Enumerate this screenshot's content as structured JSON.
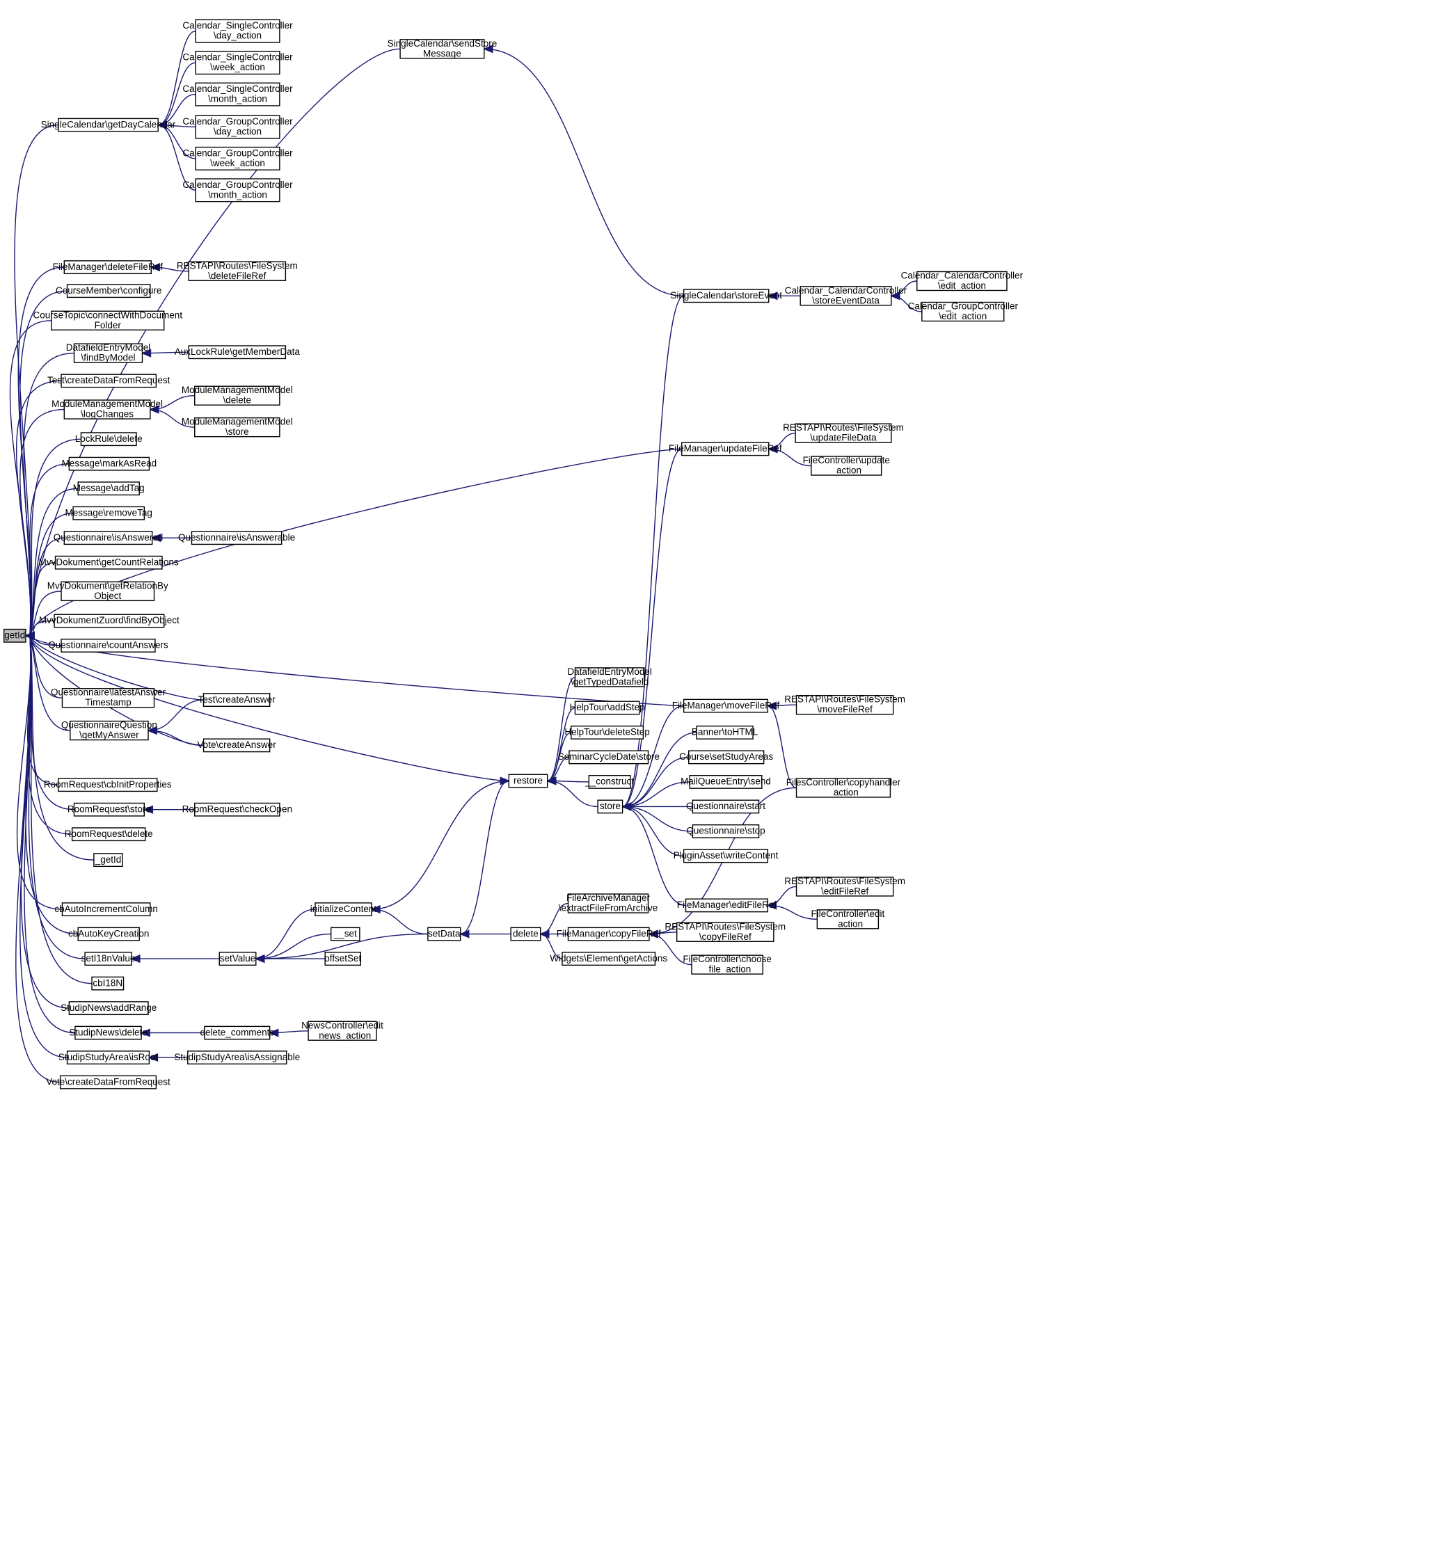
{
  "diagram": {
    "title": "",
    "colors": {
      "edge": "#191970",
      "node_border": "#000000",
      "root_fill": "#bfbfbf",
      "node_fill": "#ffffff"
    },
    "nodes": [
      {
        "id": "getId",
        "lines": [
          "getId"
        ],
        "root": true
      },
      {
        "id": "sc_getDayCalendar",
        "lines": [
          "SingleCalendar\\getDayCalendar"
        ]
      },
      {
        "id": "csc_day",
        "lines": [
          "Calendar_SingleController",
          "\\day_action"
        ]
      },
      {
        "id": "csc_week",
        "lines": [
          "Calendar_SingleController",
          "\\week_action"
        ]
      },
      {
        "id": "csc_month",
        "lines": [
          "Calendar_SingleController",
          "\\month_action"
        ]
      },
      {
        "id": "cgc_day",
        "lines": [
          "Calendar_GroupController",
          "\\day_action"
        ]
      },
      {
        "id": "cgc_week",
        "lines": [
          "Calendar_GroupController",
          "\\week_action"
        ]
      },
      {
        "id": "cgc_month",
        "lines": [
          "Calendar_GroupController",
          "\\month_action"
        ]
      },
      {
        "id": "sc_sendStore",
        "lines": [
          "SingleCalendar\\sendStore",
          "Message"
        ]
      },
      {
        "id": "sc_storeEvent",
        "lines": [
          "SingleCalendar\\storeEvent"
        ]
      },
      {
        "id": "ccc_storeEventData",
        "lines": [
          "Calendar_CalendarController",
          "\\storeEventData"
        ]
      },
      {
        "id": "ccc_edit",
        "lines": [
          "Calendar_CalendarController",
          "\\edit_action"
        ]
      },
      {
        "id": "cgc_edit",
        "lines": [
          "Calendar_GroupController",
          "\\edit_action"
        ]
      },
      {
        "id": "fm_deleteFileRef",
        "lines": [
          "FileManager\\deleteFileRef"
        ]
      },
      {
        "id": "rest_deleteFileRef",
        "lines": [
          "RESTAPI\\Routes\\FileSystem",
          "\\deleteFileRef"
        ]
      },
      {
        "id": "cm_configure",
        "lines": [
          "CourseMember\\configure"
        ]
      },
      {
        "id": "ct_connect",
        "lines": [
          "CourseTopic\\connectWithDocument",
          "Folder"
        ]
      },
      {
        "id": "dem_findByModel",
        "lines": [
          "DatafieldEntryModel",
          "\\findByModel"
        ]
      },
      {
        "id": "alr_getMemberData",
        "lines": [
          "AuxLockRule\\getMemberData"
        ]
      },
      {
        "id": "test_createData",
        "lines": [
          "Test\\createDataFromRequest"
        ]
      },
      {
        "id": "mmm_logChanges",
        "lines": [
          "ModuleManagementModel",
          "\\logChanges"
        ]
      },
      {
        "id": "mmm_delete",
        "lines": [
          "ModuleManagementModel",
          "\\delete"
        ]
      },
      {
        "id": "mmm_store",
        "lines": [
          "ModuleManagementModel",
          "\\store"
        ]
      },
      {
        "id": "lr_delete",
        "lines": [
          "LockRule\\delete"
        ]
      },
      {
        "id": "msg_markAsRead",
        "lines": [
          "Message\\markAsRead"
        ]
      },
      {
        "id": "msg_addTag",
        "lines": [
          "Message\\addTag"
        ]
      },
      {
        "id": "msg_removeTag",
        "lines": [
          "Message\\removeTag"
        ]
      },
      {
        "id": "q_isAnswered",
        "lines": [
          "Questionnaire\\isAnswered"
        ]
      },
      {
        "id": "q_isAnswerable",
        "lines": [
          "Questionnaire\\isAnswerable"
        ]
      },
      {
        "id": "mvv_getCount",
        "lines": [
          "MvvDokument\\getCountRelations"
        ]
      },
      {
        "id": "mvv_getRelation",
        "lines": [
          "MvvDokument\\getRelationBy",
          "Object"
        ]
      },
      {
        "id": "mvvz_findByObject",
        "lines": [
          "MvvDokumentZuord\\findByObject"
        ]
      },
      {
        "id": "q_countAnswers",
        "lines": [
          "Questionnaire\\countAnswers"
        ]
      },
      {
        "id": "q_latestAnswer",
        "lines": [
          "Questionnaire\\latestAnswer",
          "Timestamp"
        ]
      },
      {
        "id": "test_createAnswer",
        "lines": [
          "Test\\createAnswer"
        ]
      },
      {
        "id": "qq_getMyAnswer",
        "lines": [
          "QuestionnaireQuestion",
          "\\getMyAnswer"
        ]
      },
      {
        "id": "vote_createAnswer",
        "lines": [
          "Vote\\createAnswer"
        ]
      },
      {
        "id": "rr_cbInit",
        "lines": [
          "RoomRequest\\cbInitProperties"
        ]
      },
      {
        "id": "rr_store",
        "lines": [
          "RoomRequest\\store"
        ]
      },
      {
        "id": "rr_checkOpen",
        "lines": [
          "RoomRequest\\checkOpen"
        ]
      },
      {
        "id": "rr_delete",
        "lines": [
          "RoomRequest\\delete"
        ]
      },
      {
        "id": "_getId",
        "lines": [
          "_getId"
        ]
      },
      {
        "id": "cbAutoInc",
        "lines": [
          "cbAutoIncrementColumn"
        ]
      },
      {
        "id": "cbAutoKey",
        "lines": [
          "cbAutoKeyCreation"
        ]
      },
      {
        "id": "setI18n",
        "lines": [
          "setI18nValue"
        ]
      },
      {
        "id": "setValue",
        "lines": [
          "setValue"
        ]
      },
      {
        "id": "initializeContent",
        "lines": [
          "initializeContent"
        ]
      },
      {
        "id": "__set",
        "lines": [
          "__set"
        ]
      },
      {
        "id": "offsetSet",
        "lines": [
          "offsetSet"
        ]
      },
      {
        "id": "setData",
        "lines": [
          "setData"
        ]
      },
      {
        "id": "restore",
        "lines": [
          "restore"
        ]
      },
      {
        "id": "dem_getTyped",
        "lines": [
          "DatafieldEntryModel",
          "\\getTypedDatafield"
        ]
      },
      {
        "id": "ht_addStep",
        "lines": [
          "HelpTour\\addStep"
        ]
      },
      {
        "id": "ht_deleteStep",
        "lines": [
          "HelpTour\\deleteStep"
        ]
      },
      {
        "id": "scd_store",
        "lines": [
          "SeminarCycleDate\\store"
        ]
      },
      {
        "id": "__construct",
        "lines": [
          "__construct"
        ]
      },
      {
        "id": "store",
        "lines": [
          "store"
        ]
      },
      {
        "id": "banner_toHTML",
        "lines": [
          "Banner\\toHTML"
        ]
      },
      {
        "id": "course_setStudy",
        "lines": [
          "Course\\setStudyAreas"
        ]
      },
      {
        "id": "mqe_send",
        "lines": [
          "MailQueueEntry\\send"
        ]
      },
      {
        "id": "q_start",
        "lines": [
          "Questionnaire\\start"
        ]
      },
      {
        "id": "q_stop",
        "lines": [
          "Questionnaire\\stop"
        ]
      },
      {
        "id": "pa_writeContent",
        "lines": [
          "PluginAsset\\writeContent"
        ]
      },
      {
        "id": "fm_updateFileRef",
        "lines": [
          "FileManager\\updateFileRef"
        ]
      },
      {
        "id": "rest_updateFileData",
        "lines": [
          "RESTAPI\\Routes\\FileSystem",
          "\\updateFileData"
        ]
      },
      {
        "id": "fc_update",
        "lines": [
          "FileController\\update",
          "_action"
        ]
      },
      {
        "id": "fm_moveFileRef",
        "lines": [
          "FileManager\\moveFileRef"
        ]
      },
      {
        "id": "rest_moveFileRef",
        "lines": [
          "RESTAPI\\Routes\\FileSystem",
          "\\moveFileRef"
        ]
      },
      {
        "id": "fsc_copyhandler",
        "lines": [
          "FilesController\\copyhandler",
          "_action"
        ]
      },
      {
        "id": "fm_editFileRef",
        "lines": [
          "FileManager\\editFileRef"
        ]
      },
      {
        "id": "rest_editFileRef",
        "lines": [
          "RESTAPI\\Routes\\FileSystem",
          "\\editFileRef"
        ]
      },
      {
        "id": "fc_edit",
        "lines": [
          "FileController\\edit",
          "_action"
        ]
      },
      {
        "id": "delete",
        "lines": [
          "delete"
        ]
      },
      {
        "id": "fam_extract",
        "lines": [
          "FileArchiveManager",
          "\\extractFileFromArchive"
        ]
      },
      {
        "id": "fm_copyFileRef",
        "lines": [
          "FileManager\\copyFileRef"
        ]
      },
      {
        "id": "rest_copyFileRef",
        "lines": [
          "RESTAPI\\Routes\\FileSystem",
          "\\copyFileRef"
        ]
      },
      {
        "id": "fc_choose",
        "lines": [
          "FileController\\choose",
          "_file_action"
        ]
      },
      {
        "id": "we_getActions",
        "lines": [
          "Widgets\\Element\\getActions"
        ]
      },
      {
        "id": "cbI18N",
        "lines": [
          "cbI18N"
        ]
      },
      {
        "id": "sn_addRange",
        "lines": [
          "StudipNews\\addRange"
        ]
      },
      {
        "id": "sn_delete",
        "lines": [
          "StudipNews\\delete"
        ]
      },
      {
        "id": "delete_comments",
        "lines": [
          "delete_comments"
        ]
      },
      {
        "id": "nc_edit_news",
        "lines": [
          "NewsController\\edit",
          "_news_action"
        ]
      },
      {
        "id": "ssa_isRoot",
        "lines": [
          "StudipStudyArea\\isRoot"
        ]
      },
      {
        "id": "ssa_isAssignable",
        "lines": [
          "StudipStudyArea\\isAssignable"
        ]
      },
      {
        "id": "vote_createData",
        "lines": [
          "Vote\\createDataFromRequest"
        ]
      }
    ],
    "edges": [
      [
        "sc_getDayCalendar",
        "getId"
      ],
      [
        "csc_day",
        "sc_getDayCalendar"
      ],
      [
        "csc_week",
        "sc_getDayCalendar"
      ],
      [
        "csc_month",
        "sc_getDayCalendar"
      ],
      [
        "cgc_day",
        "sc_getDayCalendar"
      ],
      [
        "cgc_week",
        "sc_getDayCalendar"
      ],
      [
        "cgc_month",
        "sc_getDayCalendar"
      ],
      [
        "sc_sendStore",
        "getId"
      ],
      [
        "sc_storeEvent",
        "sc_sendStore"
      ],
      [
        "ccc_storeEventData",
        "sc_storeEvent"
      ],
      [
        "ccc_edit",
        "ccc_storeEventData"
      ],
      [
        "cgc_edit",
        "ccc_storeEventData"
      ],
      [
        "fm_deleteFileRef",
        "getId"
      ],
      [
        "rest_deleteFileRef",
        "fm_deleteFileRef"
      ],
      [
        "cm_configure",
        "getId"
      ],
      [
        "ct_connect",
        "getId"
      ],
      [
        "dem_findByModel",
        "getId"
      ],
      [
        "alr_getMemberData",
        "dem_findByModel"
      ],
      [
        "test_createData",
        "getId"
      ],
      [
        "mmm_logChanges",
        "getId"
      ],
      [
        "mmm_delete",
        "mmm_logChanges"
      ],
      [
        "mmm_store",
        "mmm_logChanges"
      ],
      [
        "lr_delete",
        "getId"
      ],
      [
        "msg_markAsRead",
        "getId"
      ],
      [
        "msg_addTag",
        "getId"
      ],
      [
        "msg_removeTag",
        "getId"
      ],
      [
        "q_isAnswered",
        "getId"
      ],
      [
        "q_isAnswerable",
        "q_isAnswered"
      ],
      [
        "mvv_getCount",
        "getId"
      ],
      [
        "mvv_getRelation",
        "getId"
      ],
      [
        "mvvz_findByObject",
        "getId"
      ],
      [
        "q_countAnswers",
        "getId"
      ],
      [
        "q_latestAnswer",
        "getId"
      ],
      [
        "test_createAnswer",
        "getId"
      ],
      [
        "qq_getMyAnswer",
        "getId"
      ],
      [
        "test_createAnswer",
        "qq_getMyAnswer"
      ],
      [
        "vote_createAnswer",
        "qq_getMyAnswer"
      ],
      [
        "vote_createAnswer",
        "getId"
      ],
      [
        "rr_cbInit",
        "getId"
      ],
      [
        "rr_store",
        "getId"
      ],
      [
        "rr_checkOpen",
        "rr_store"
      ],
      [
        "rr_delete",
        "getId"
      ],
      [
        "_getId",
        "getId"
      ],
      [
        "restore",
        "getId"
      ],
      [
        "cbAutoInc",
        "getId"
      ],
      [
        "cbAutoKey",
        "getId"
      ],
      [
        "setI18n",
        "getId"
      ],
      [
        "setValue",
        "setI18n"
      ],
      [
        "initializeContent",
        "setValue"
      ],
      [
        "__set",
        "setValue"
      ],
      [
        "offsetSet",
        "setValue"
      ],
      [
        "setData",
        "setValue"
      ],
      [
        "setData",
        "initializeContent"
      ],
      [
        "initializeContent",
        "restore"
      ],
      [
        "setData",
        "restore"
      ],
      [
        "dem_getTyped",
        "restore"
      ],
      [
        "ht_addStep",
        "restore"
      ],
      [
        "ht_deleteStep",
        "restore"
      ],
      [
        "scd_store",
        "restore"
      ],
      [
        "__construct",
        "restore"
      ],
      [
        "store",
        "restore"
      ],
      [
        "sc_storeEvent",
        "store"
      ],
      [
        "fm_updateFileRef",
        "store"
      ],
      [
        "fm_moveFileRef",
        "store"
      ],
      [
        "banner_toHTML",
        "store"
      ],
      [
        "course_setStudy",
        "store"
      ],
      [
        "mqe_send",
        "store"
      ],
      [
        "q_start",
        "store"
      ],
      [
        "q_stop",
        "store"
      ],
      [
        "pa_writeContent",
        "store"
      ],
      [
        "fm_editFileRef",
        "store"
      ],
      [
        "fm_updateFileRef",
        "getId"
      ],
      [
        "fm_moveFileRef",
        "getId"
      ],
      [
        "rest_updateFileData",
        "fm_updateFileRef"
      ],
      [
        "fc_update",
        "fm_updateFileRef"
      ],
      [
        "rest_moveFileRef",
        "fm_moveFileRef"
      ],
      [
        "fsc_copyhandler",
        "fm_moveFileRef"
      ],
      [
        "rest_editFileRef",
        "fm_editFileRef"
      ],
      [
        "fc_edit",
        "fm_editFileRef"
      ],
      [
        "delete",
        "setData"
      ],
      [
        "fam_extract",
        "delete"
      ],
      [
        "fm_copyFileRef",
        "delete"
      ],
      [
        "we_getActions",
        "delete"
      ],
      [
        "fsc_copyhandler",
        "fm_copyFileRef"
      ],
      [
        "rest_copyFileRef",
        "fm_copyFileRef"
      ],
      [
        "fc_choose",
        "fm_copyFileRef"
      ],
      [
        "cbI18N",
        "getId"
      ],
      [
        "sn_addRange",
        "getId"
      ],
      [
        "sn_delete",
        "getId"
      ],
      [
        "delete_comments",
        "sn_delete"
      ],
      [
        "nc_edit_news",
        "delete_comments"
      ],
      [
        "ssa_isRoot",
        "getId"
      ],
      [
        "ssa_isAssignable",
        "ssa_isRoot"
      ],
      [
        "vote_createData",
        "getId"
      ]
    ]
  }
}
